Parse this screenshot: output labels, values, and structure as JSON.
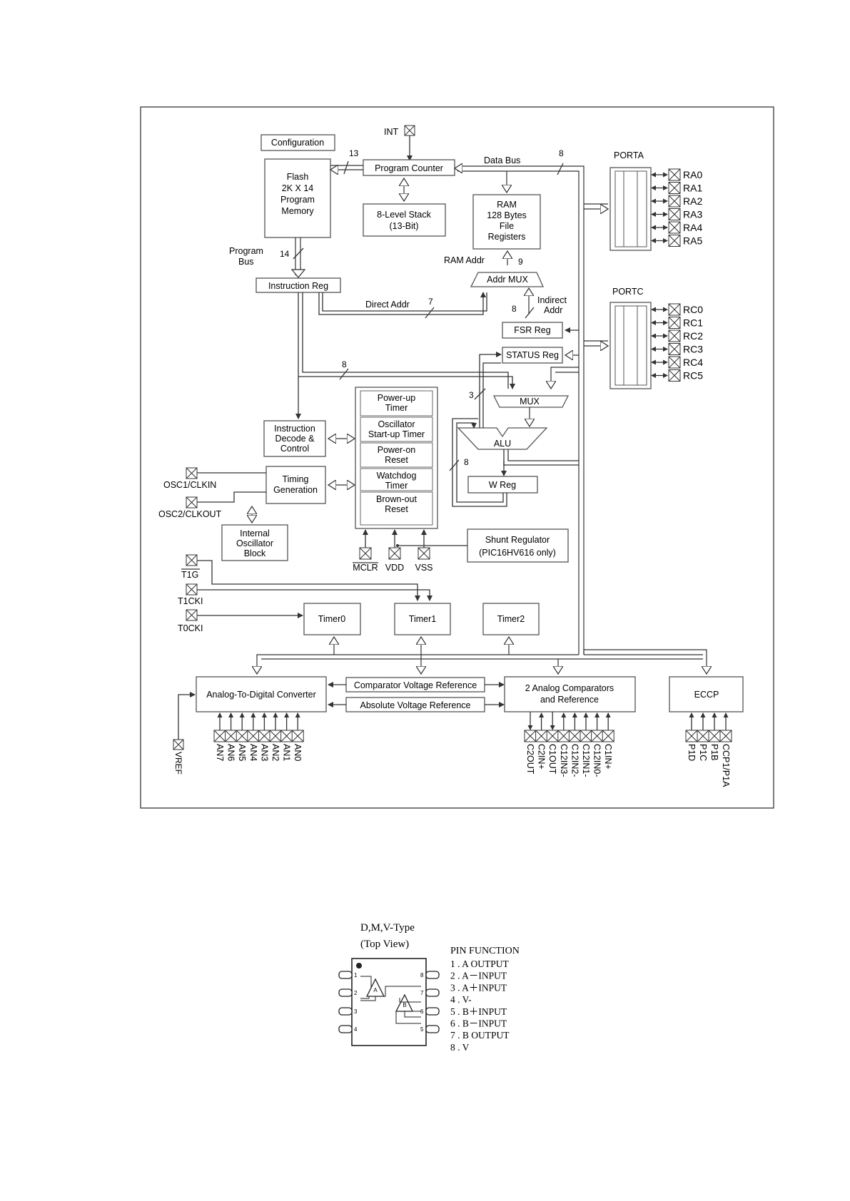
{
  "block_diagram": {
    "configuration": "Configuration",
    "int_label": "INT",
    "flash": [
      "Flash",
      "2K X 14",
      "Program",
      "Memory"
    ],
    "program_counter": "Program Counter",
    "stack": [
      "8-Level Stack",
      "(13-Bit)"
    ],
    "ram": [
      "RAM",
      "128 Bytes",
      "File",
      "Registers"
    ],
    "data_bus": "Data Bus",
    "ram_addr": "RAM Addr",
    "addr_mux": "Addr MUX",
    "program_bus": [
      "Program",
      "Bus"
    ],
    "instruction_reg": "Instruction Reg",
    "direct_addr": "Direct Addr",
    "indirect_addr": [
      "Indirect",
      "Addr"
    ],
    "fsr_reg": "FSR Reg",
    "status_reg": "STATUS Reg",
    "mux": "MUX",
    "alu": "ALU",
    "w_reg": "W Reg",
    "instruction_decode": [
      "Instruction",
      "Decode &",
      "Control"
    ],
    "timing_generation": [
      "Timing",
      "Generation"
    ],
    "internal_oscillator": [
      "Internal",
      "Oscillator",
      "Block"
    ],
    "reset_blocks": [
      [
        "Power-up",
        "Timer"
      ],
      [
        "Oscillator",
        "Start-up Timer"
      ],
      [
        "Power-on",
        "Reset"
      ],
      [
        "Watchdog",
        "Timer"
      ],
      [
        "Brown-out",
        "Reset"
      ]
    ],
    "shunt_regulator": [
      "Shunt Regulator",
      "(PIC16HV616 only)"
    ],
    "supply_pins": [
      "MCLR",
      "VDD",
      "VSS"
    ],
    "osc_pins": [
      "OSC1/CLKIN",
      "OSC2/CLKOUT"
    ],
    "timer_pins": [
      "T1G",
      "T1CKI",
      "T0CKI"
    ],
    "timers": [
      "Timer0",
      "Timer1",
      "Timer2"
    ],
    "adc": "Analog-To-Digital Converter",
    "cvref": "Comparator Voltage Reference",
    "avref": "Absolute Voltage Reference",
    "comparators": [
      "2 Analog Comparators",
      "and Reference"
    ],
    "eccp": "ECCP",
    "porta": "PORTA",
    "portc": "PORTC",
    "porta_pins": [
      "RA0",
      "RA1",
      "RA2",
      "RA3",
      "RA4",
      "RA5"
    ],
    "portc_pins": [
      "RC0",
      "RC1",
      "RC2",
      "RC3",
      "RC4",
      "RC5"
    ],
    "an_pins": [
      "AN7",
      "AN6",
      "AN5",
      "AN4",
      "AN3",
      "AN2",
      "AN1",
      "AN0"
    ],
    "vref_pin": "VREF",
    "comp_pins": [
      "C2OUT",
      "C2IN+",
      "C1OUT",
      "C12IN3-",
      "C12IN2-",
      "C12IN1-",
      "C12IN0-",
      "C1IN+"
    ],
    "eccp_pins": [
      "P1D",
      "P1C",
      "P1B",
      "CCP1/P1A"
    ],
    "bus_widths": [
      "13",
      "8",
      "14",
      "9",
      "7",
      "8",
      "8",
      "3",
      "8"
    ]
  },
  "pinout": {
    "package_title": "D,M,V-Type",
    "view": "(Top View)",
    "pin_function_title": "PIN FUNCTION",
    "pin_functions": [
      "1 . A OUTPUT",
      "2 . A－INPUT",
      "3 . A＋INPUT",
      "4 . V-",
      "5 . B＋INPUT",
      "6 . B－INPUT",
      "7 . B OUTPUT",
      "8 . V"
    ],
    "pin_numbers": [
      "1",
      "2",
      "3",
      "4",
      "5",
      "6",
      "7",
      "8"
    ],
    "opamp_labels": [
      "A",
      "B"
    ]
  }
}
